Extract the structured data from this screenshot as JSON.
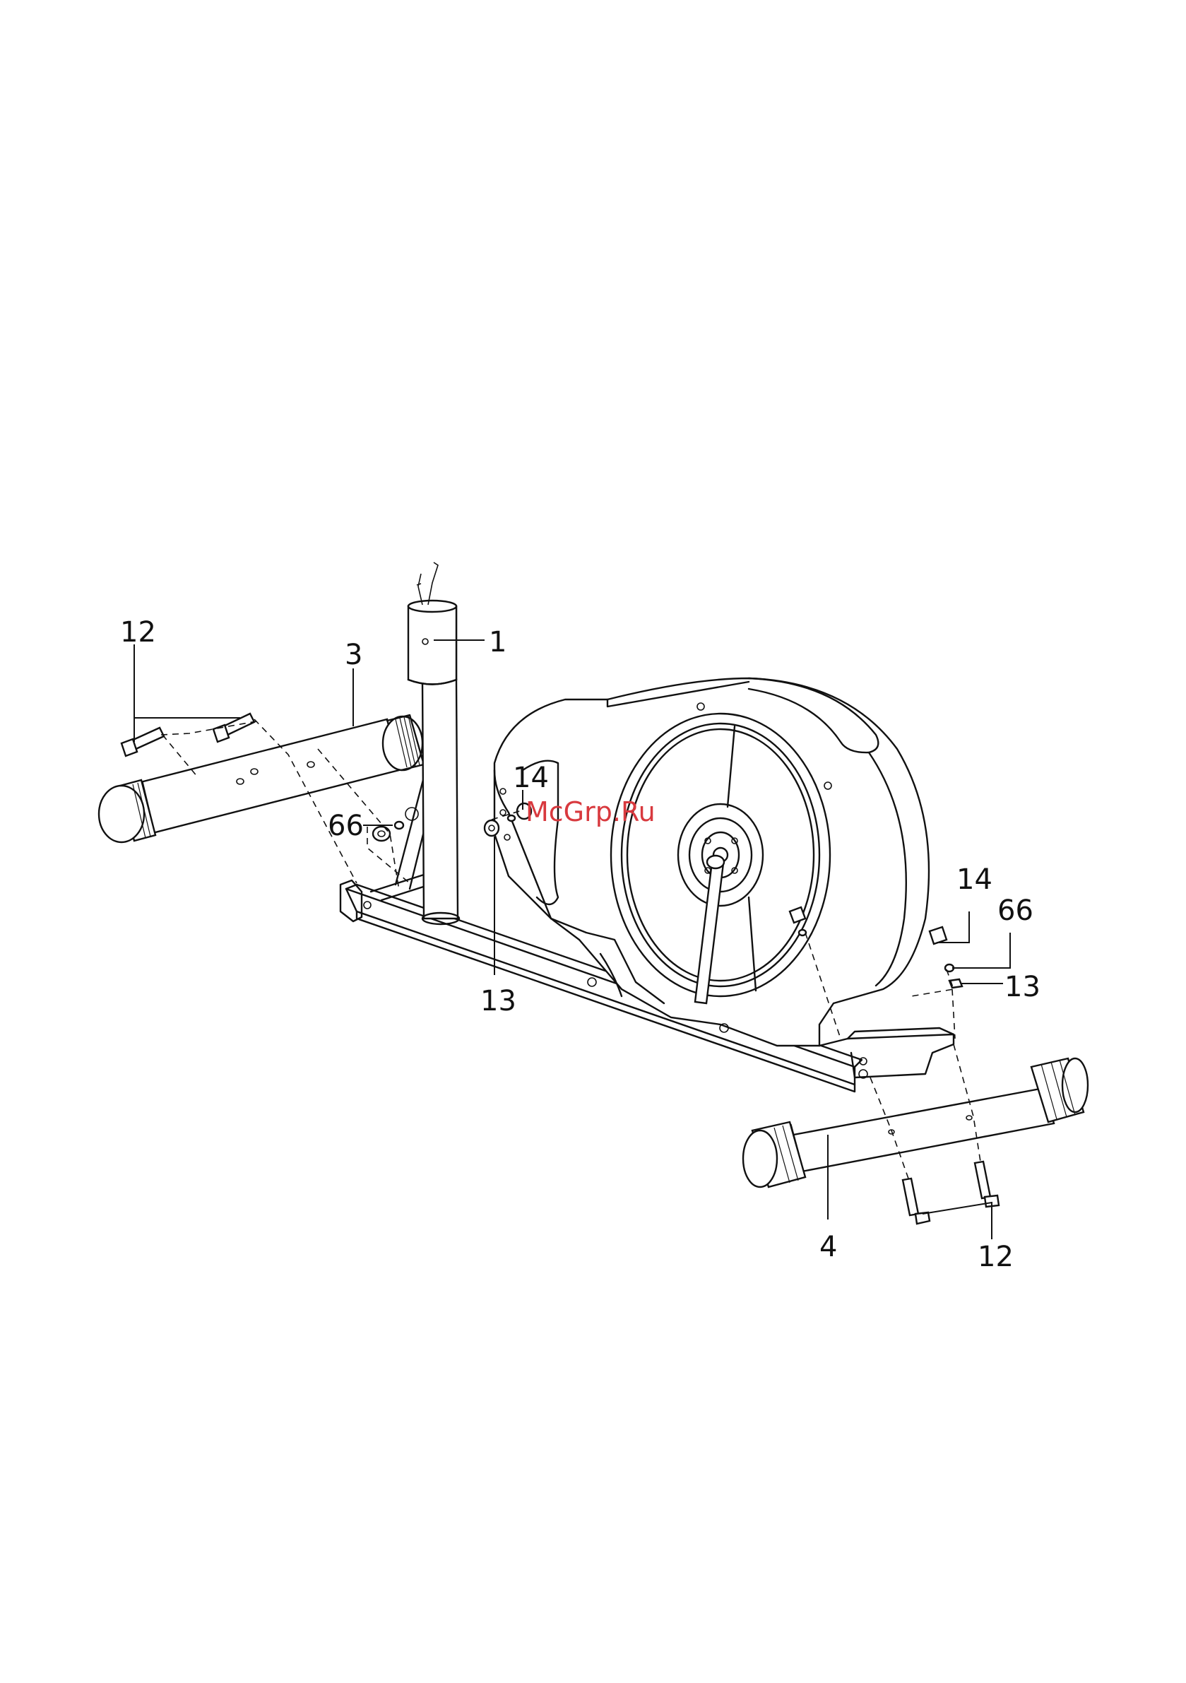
{
  "callouts": {
    "c12_left": "12",
    "c3": "3",
    "c1": "1",
    "c14_mid": "14",
    "c66_left": "66",
    "c13_mid": "13",
    "c14_right": "14",
    "c66_right": "66",
    "c13_right": "13",
    "c4": "4",
    "c12_right": "12"
  },
  "watermark": "McGrp.Ru",
  "colors": {
    "line": "#111111",
    "watermark": "#d8393e",
    "background": "#ffffff"
  }
}
